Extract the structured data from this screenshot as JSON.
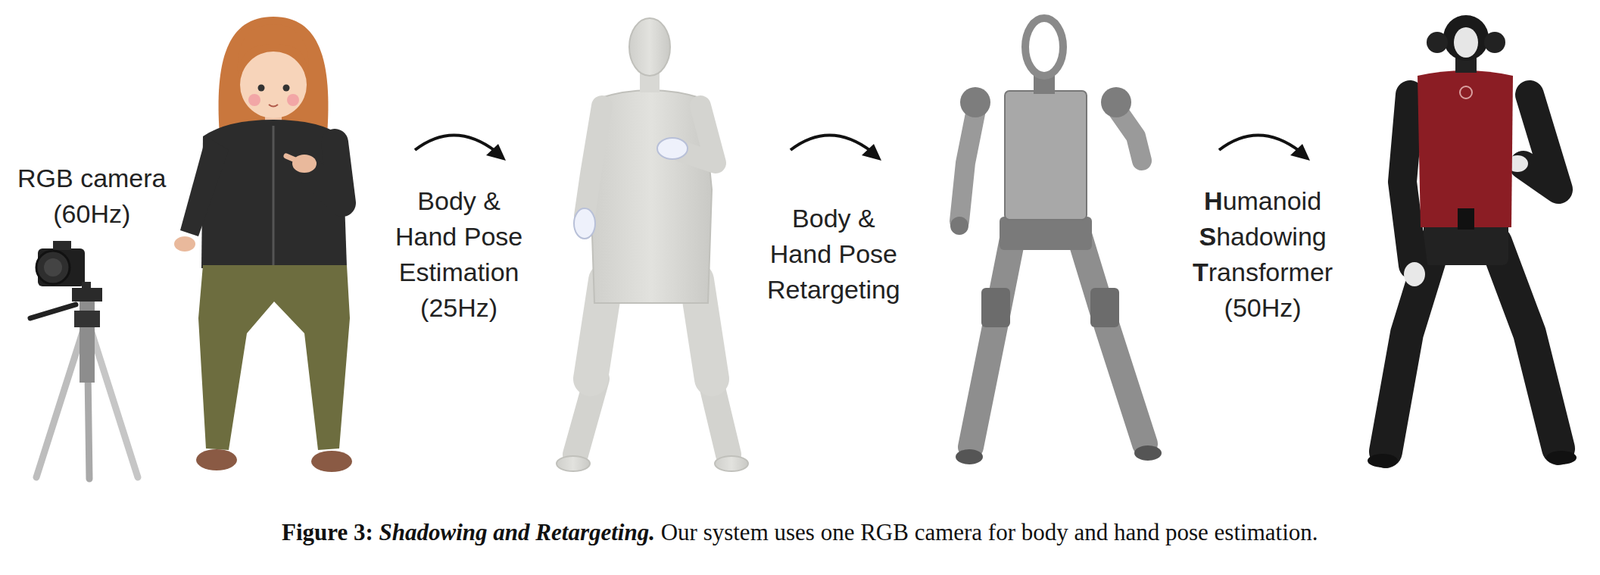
{
  "diagram": {
    "caption": "Figure 3: Shadowing and Retargeting. Our system uses one RGB camera for body and hand pose estimation.",
    "labels": [
      "RGB camera (60Hz)",
      "Body & Hand Pose Estimation (25Hz)",
      "Body & Hand Pose Retargeting",
      "Humanoid Shadowing Transformer (50Hz)"
    ]
  }
}
